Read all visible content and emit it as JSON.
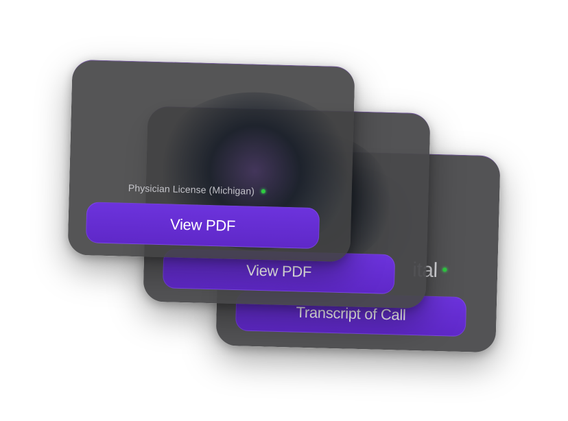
{
  "cards": {
    "back": {
      "partial_title": "ital",
      "button_label": "Transcript of Call"
    },
    "middle": {
      "button_label": "View PDF"
    },
    "front": {
      "document_label": "Physician License (Michigan)",
      "button_label": "View PDF"
    }
  },
  "colors": {
    "card_background": "#48484a",
    "button": "#6a30d6",
    "button_text": "#ffffff",
    "status_dot": "#2ecc40",
    "label_text": "#d2d2d7"
  },
  "icons": {
    "status": "green-status-dot"
  }
}
